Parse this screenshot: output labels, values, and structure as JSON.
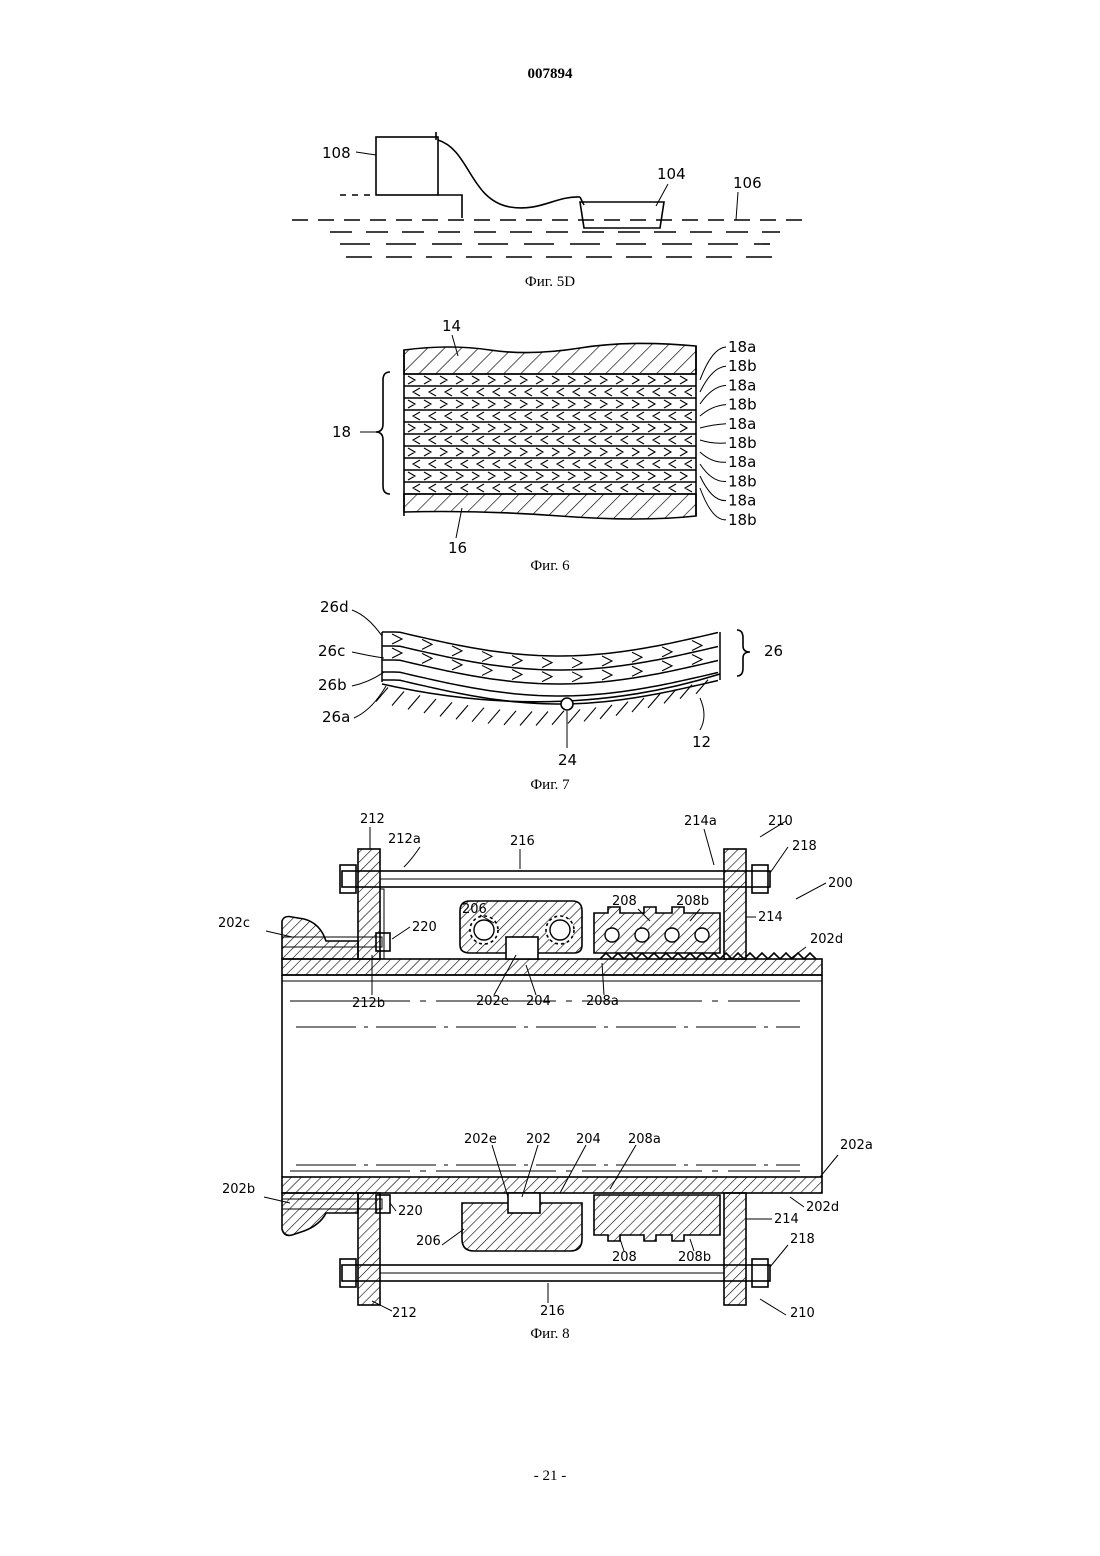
{
  "header": {
    "document_number": "007894"
  },
  "figures": {
    "fig5d": {
      "caption": "Фиг. 5D",
      "labels": {
        "l108": "108",
        "l104": "104",
        "l106": "106"
      }
    },
    "fig6": {
      "caption": "Фиг. 6",
      "labels": {
        "l14": "14",
        "l16": "16",
        "l18": "18"
      },
      "layers": [
        "18a",
        "18b",
        "18a",
        "18b",
        "18a",
        "18b",
        "18a",
        "18b",
        "18a",
        "18b"
      ]
    },
    "fig7": {
      "caption": "Фиг. 7",
      "labels": {
        "l26d": "26d",
        "l26c": "26c",
        "l26b": "26b",
        "l26a": "26a",
        "l26": "26",
        "l24": "24",
        "l12": "12"
      }
    },
    "fig8": {
      "caption": "Фиг. 8",
      "labels": {
        "l212_top": "212",
        "l212a": "212a",
        "l216_top": "216",
        "l214a": "214a",
        "l210_top": "210",
        "l218_top": "218",
        "l200": "200",
        "l206_top": "206",
        "l208_top": "208",
        "l208b_top": "208b",
        "l214_top": "214",
        "l202c": "202c",
        "l220_top": "220",
        "l202d_top": "202d",
        "l212b": "212b",
        "l202e_top": "202e",
        "l204_top": "204",
        "l208a_top": "208a",
        "l202e_bot": "202e",
        "l202": "202",
        "l204_bot": "204",
        "l208a_bot": "208a",
        "l202a": "202a",
        "l202b": "202b",
        "l220_bot": "220",
        "l214_bot": "214",
        "l202d_bot": "202d",
        "l206_bot": "206",
        "l208_bot": "208",
        "l208b_bot": "208b",
        "l218_bot": "218",
        "l212_bot": "212",
        "l216_bot": "216",
        "l210_bot": "210"
      }
    }
  },
  "footer": {
    "page_number": "- 21 -"
  }
}
